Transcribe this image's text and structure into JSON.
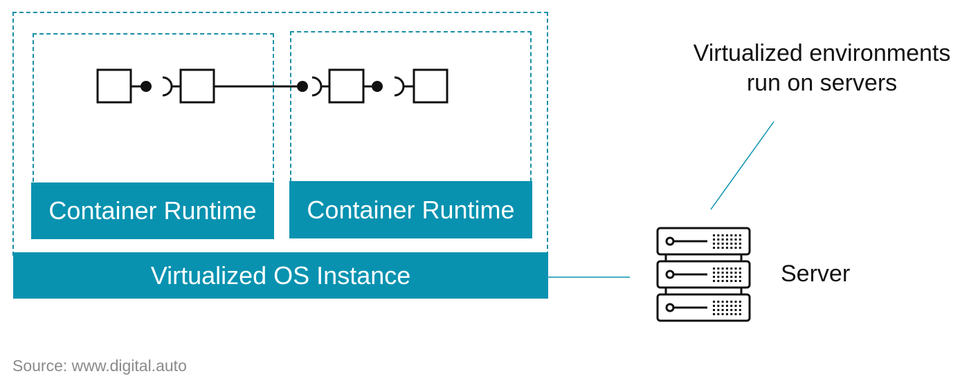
{
  "diagram": {
    "runtimes": [
      {
        "label": "Container Runtime"
      },
      {
        "label": "Container Runtime"
      }
    ],
    "os_instance": {
      "label": "Virtualized OS Instance"
    },
    "caption": {
      "line1": "Virtualized environments",
      "line2": "run on servers"
    },
    "server": {
      "label": "Server",
      "icon": "server-rack-icon"
    },
    "source": "Source: www.digital.auto",
    "colors": {
      "teal": "#0892b0",
      "dashed_border": "#1a8fa6",
      "connector_line": "#0892b0",
      "ink": "#111111",
      "muted": "#8a8a8a"
    }
  }
}
